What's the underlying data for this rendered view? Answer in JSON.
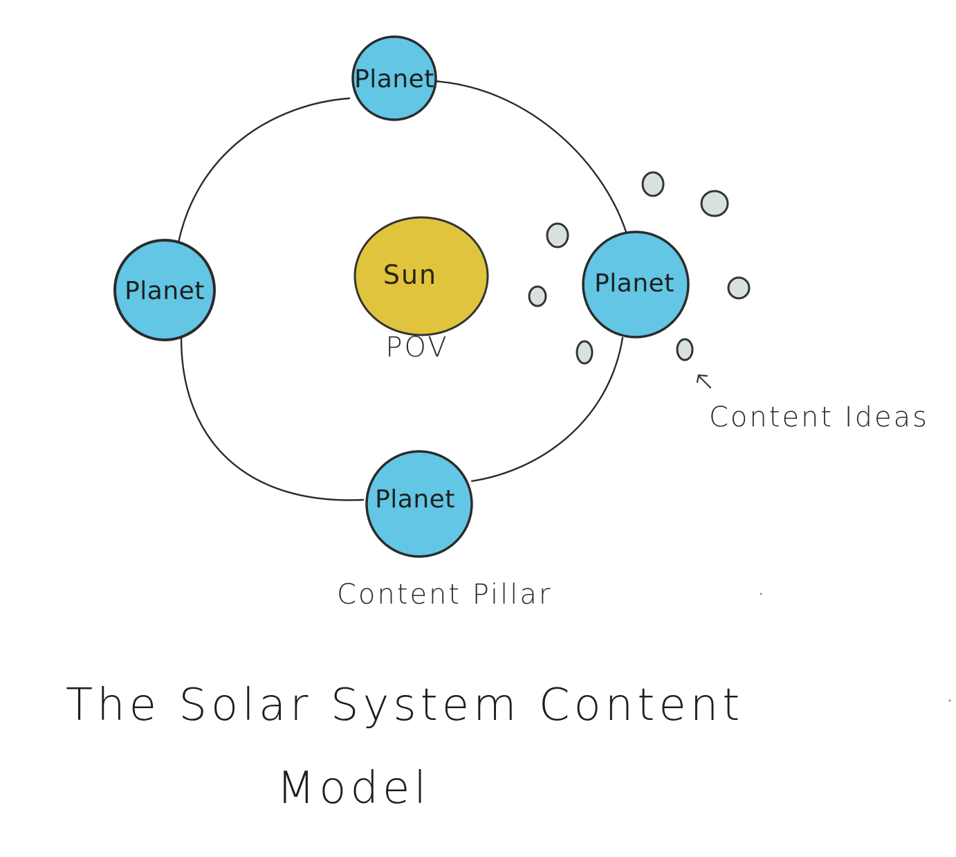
{
  "colors": {
    "planet_fill": "#62c6e4",
    "sun_fill": "#e1c43e",
    "idea_fill": "#d9e1df",
    "ink": "#262626"
  },
  "diagram": {
    "sun": {
      "label": "Sun",
      "caption": "POV"
    },
    "planets": [
      {
        "label": "Planet"
      },
      {
        "label": "Planet"
      },
      {
        "label": "Planet"
      },
      {
        "label": "Planet"
      }
    ],
    "pillar_caption": "Content Pillar",
    "ideas_caption": "Content Ideas",
    "title_line1": "The Solar System Content",
    "title_line2": "Model"
  }
}
